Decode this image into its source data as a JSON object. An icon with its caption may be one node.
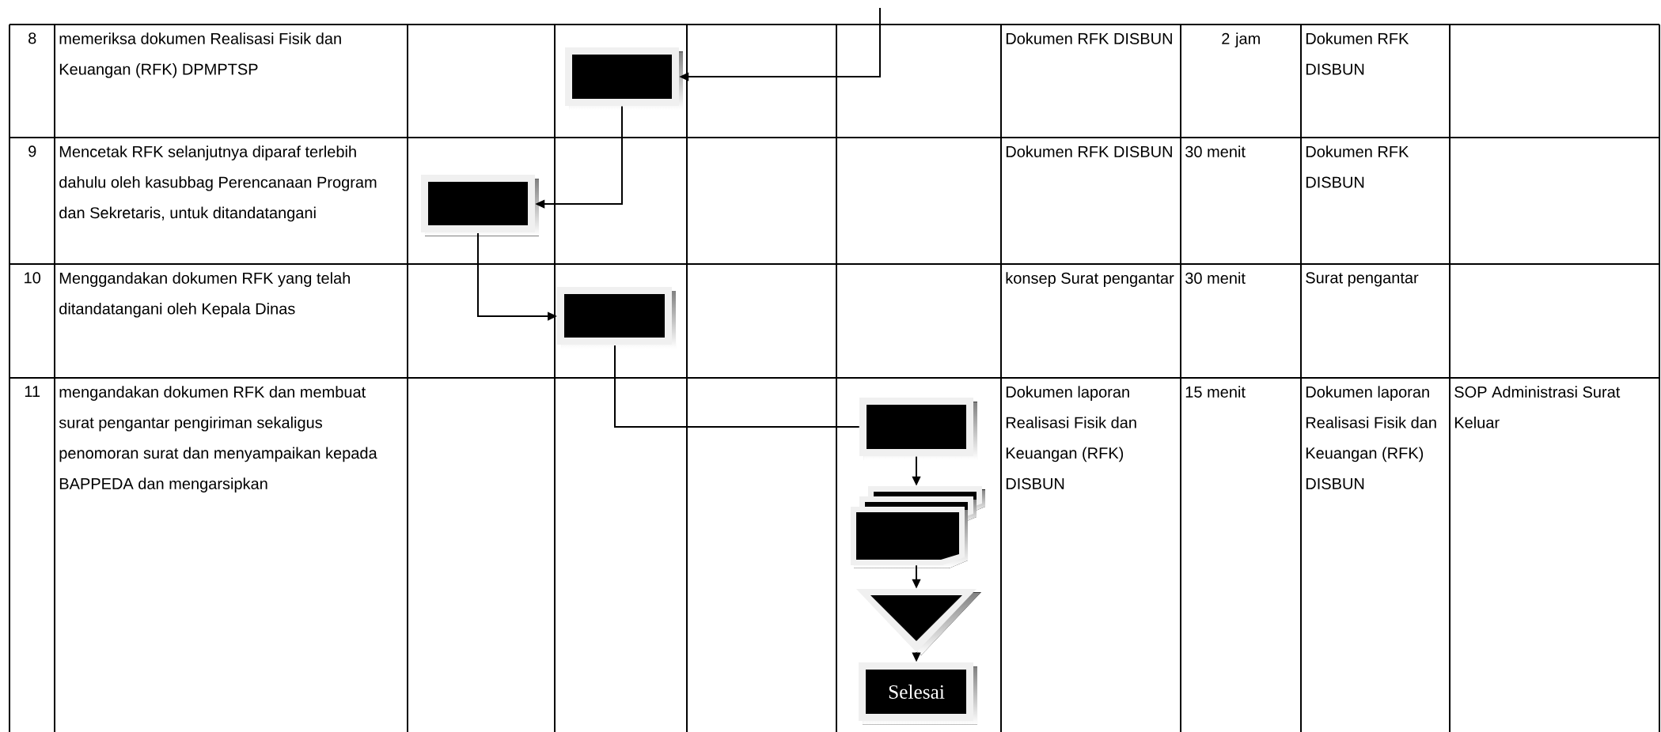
{
  "diagram": {
    "nodes": [
      {
        "text": [],
        "shape": "box"
      },
      {
        "text": [],
        "shape": "box"
      },
      {
        "text": [],
        "shape": "box"
      },
      {
        "text": [],
        "shape": "box"
      },
      {
        "text": [],
        "shape": "document"
      },
      {
        "text": [],
        "shape": "triangle"
      },
      {
        "text": [
          "Selesai"
        ]
      }
    ],
    "edges": [
      {
        "from": null,
        "to": 0,
        "arrow": "to"
      },
      {
        "from": 0,
        "to": 1,
        "arrow": "to"
      },
      {
        "from": 1,
        "to": 2,
        "arrow": "to"
      },
      {
        "from": 2,
        "to": 3,
        "arrow": "none"
      },
      {
        "from": 3,
        "to": 4,
        "arrow": "to"
      },
      {
        "from": 4,
        "to": 5,
        "arrow": "to"
      },
      {
        "from": 5,
        "to": 6,
        "arrow": "to"
      }
    ],
    "labels": [
      "8",
      "memeriksa dokumen Realisasi Fisik dan Keuangan (RFK) DPMPTSP",
      "Dokumen RFK DISBUN",
      "2 jam",
      "Dokumen RFK DISBUN",
      "9",
      "Mencetak RFK selanjutnya diparaf terlebih dahulu oleh kasubbag Perencanaan Program dan Sekretaris, untuk ditandatangani",
      "Dokumen RFK DISBUN",
      "30 menit",
      "Dokumen RFK DISBUN",
      "10",
      "Menggandakan dokumen RFK yang telah ditandatangani oleh Kepala Dinas",
      "konsep Surat pengantar",
      "30 menit",
      "Surat pengantar",
      "11",
      "mengandakan dokumen RFK dan membuat surat pengantar pengiriman sekaligus penomoran surat dan menyampaikan kepada BAPPEDA dan mengarsipkan",
      "Dokumen laporan Realisasi Fisik dan Keuangan (RFK) DISBUN",
      "15 menit",
      "Dokumen laporan Realisasi Fisik dan Keuangan (RFK) DISBUN",
      "SOP Administrasi Surat Keluar"
    ]
  }
}
